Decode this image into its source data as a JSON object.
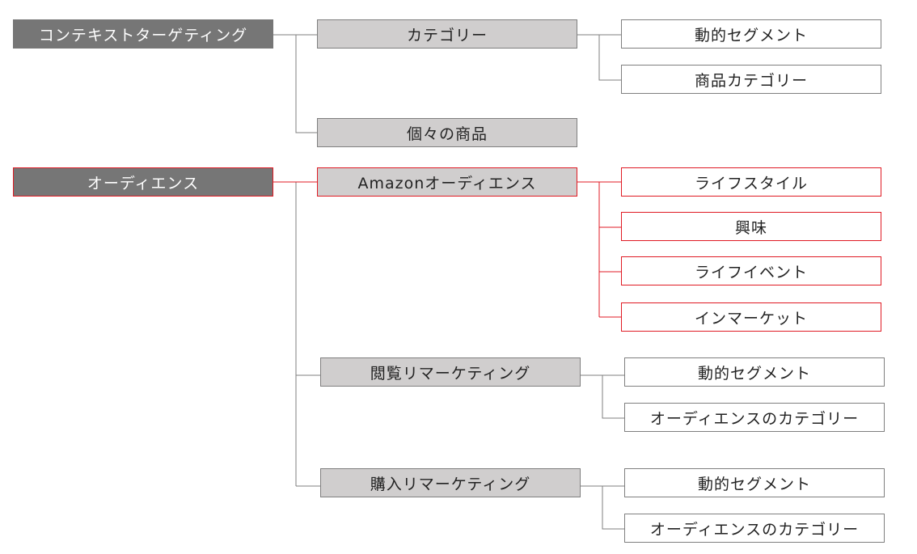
{
  "colors": {
    "root_fill": "#767676",
    "category_fill": "#d0cece",
    "leaf_fill": "#ffffff",
    "line": "#7f7f7f",
    "highlight": "#e01b24"
  },
  "diagram": {
    "contextual": {
      "label": "コンテキストターゲティング",
      "category": {
        "label": "カテゴリー",
        "children": [
          "動的セグメント",
          "商品カテゴリー"
        ]
      },
      "individual": {
        "label": "個々の商品"
      }
    },
    "audience": {
      "label": "オーディエンス",
      "amazon": {
        "label": "Amazonオーディエンス",
        "children": [
          "ライフスタイル",
          "興味",
          "ライフイベント",
          "インマーケット"
        ]
      },
      "views": {
        "label": "閲覧リマーケティング",
        "children": [
          "動的セグメント",
          "オーディエンスのカテゴリー"
        ]
      },
      "purchases": {
        "label": "購入リマーケティング",
        "children": [
          "動的セグメント",
          "オーディエンスのカテゴリー"
        ]
      }
    }
  }
}
